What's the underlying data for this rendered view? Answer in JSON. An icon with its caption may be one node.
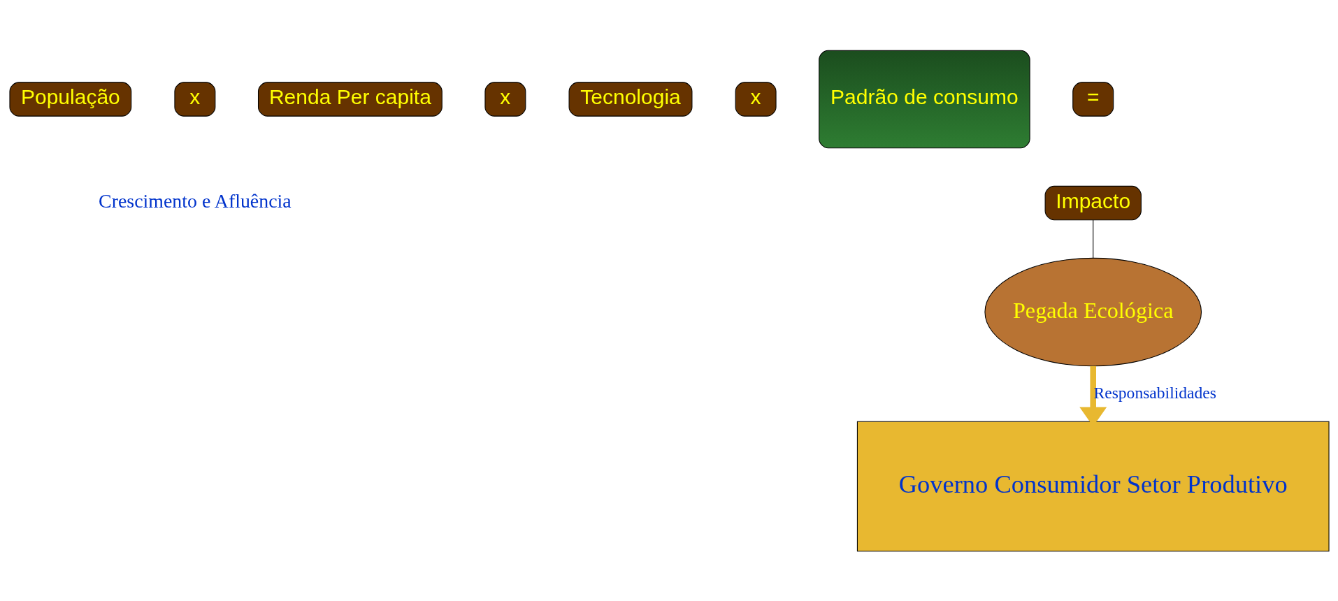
{
  "diagram": {
    "nodes": [
      {
        "text": [
          "População"
        ]
      },
      {
        "text": [
          "x"
        ]
      },
      {
        "text": [
          "Renda Per capita"
        ]
      },
      {
        "text": [
          "x"
        ]
      },
      {
        "text": [
          "Tecnologia"
        ]
      },
      {
        "text": [
          "x"
        ]
      },
      {
        "text": [
          "Padrão de consumo"
        ]
      },
      {
        "text": [
          "="
        ]
      },
      {
        "text": [
          "Impacto"
        ]
      },
      {
        "text": [
          "Pegada Ecológica"
        ]
      },
      {
        "text": [
          "Governo Consumidor Setor Produtivo"
        ]
      }
    ],
    "edges": [
      {
        "from": 8,
        "to": 9,
        "arrow": "none"
      },
      {
        "from": 9,
        "to": 10,
        "arrow": "to",
        "label": "Responsabilidades",
        "style": "thick",
        "color": "#e8b830"
      }
    ],
    "labels": [
      "Crescimento e Afluência"
    ]
  }
}
